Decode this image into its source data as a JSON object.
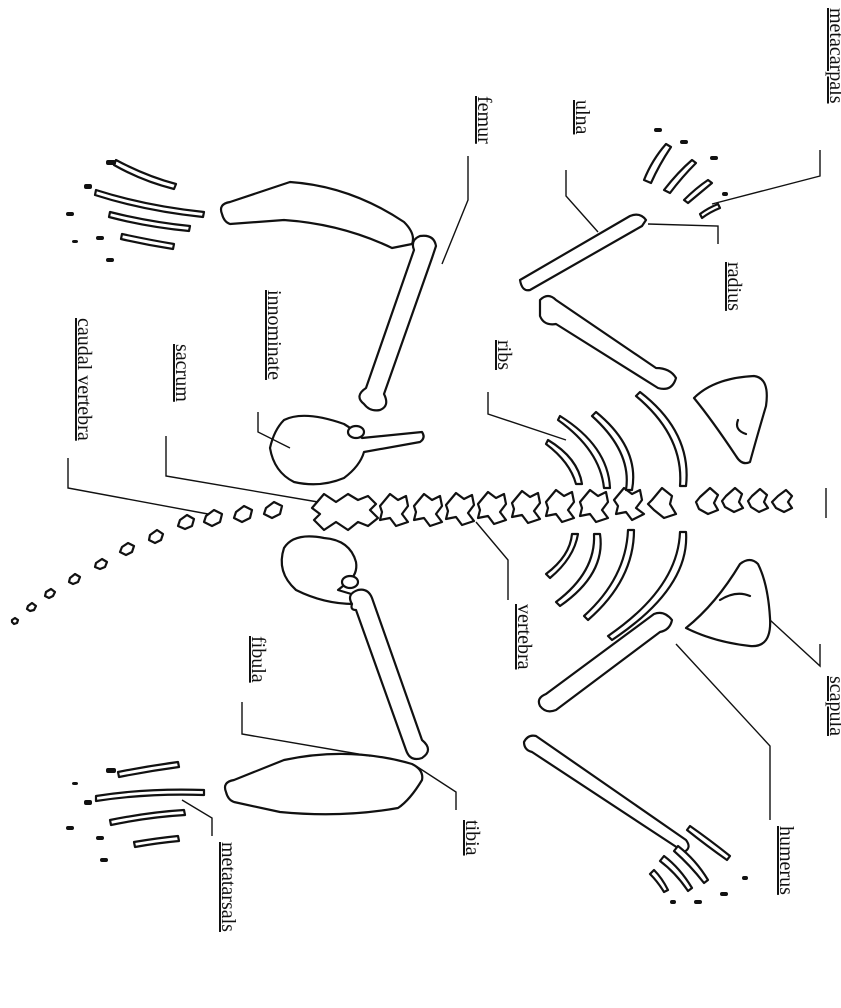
{
  "labels": {
    "metacarpals": "metacarpals",
    "ulna": "ulna",
    "femur": "femur",
    "radius": "radius",
    "innominate": "innominate",
    "ribs": "ribs",
    "sacrum": "sacrum",
    "caudal_vertebra": "caudal vertebra",
    "vertebra": "vertebra",
    "scapula": "scapula",
    "fibula": "fibula",
    "humerus": "humerus",
    "tibia": "tibia",
    "metatarsals": "metatarsals"
  },
  "colors": {
    "ink": "#111111",
    "paper": "#ffffff"
  }
}
